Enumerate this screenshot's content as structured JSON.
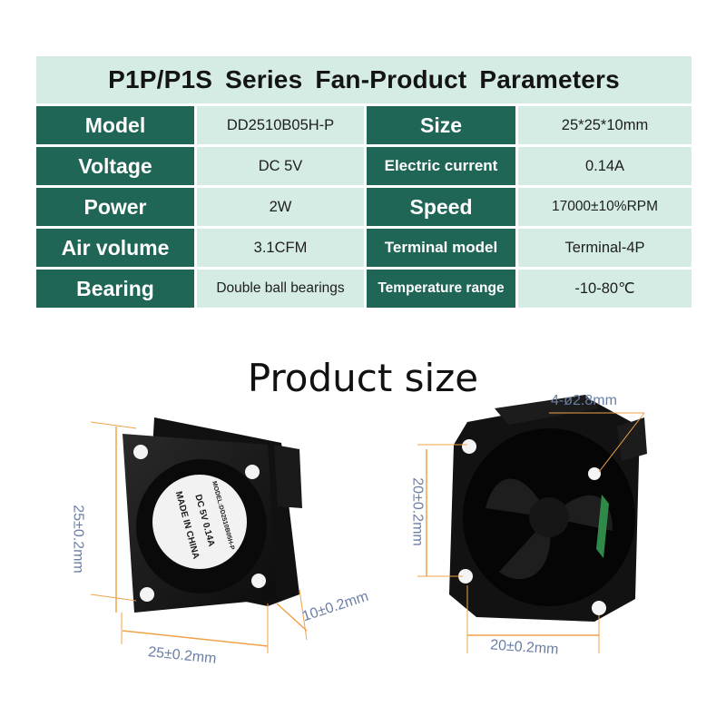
{
  "table": {
    "title": "P1P/P1S  Series Fan-Product Parameters",
    "rows": [
      {
        "label1": "Model",
        "value1": "DD2510B05H-P",
        "label2": "Size",
        "value2": "25*25*10mm"
      },
      {
        "label1": "Voltage",
        "value1": "DC 5V",
        "label2": "Electric current",
        "value2": "0.14A"
      },
      {
        "label1": "Power",
        "value1": "2W",
        "label2": "Speed",
        "value2": "17000±10%RPM"
      },
      {
        "label1": "Air volume",
        "value1": "3.1CFM",
        "label2": "Terminal model",
        "value2": "Terminal-4P"
      },
      {
        "label1": "Bearing",
        "value1": "Double ball bearings",
        "label2": "Temperature range",
        "value2": "-10-80℃"
      }
    ]
  },
  "section_heading": "Product size",
  "fan_front": {
    "sticker_lines": [
      "MODEL:DD2510B05H-P",
      "DC 5V   0.14A",
      "MADE IN CHINA"
    ],
    "dim_height": "25±0.2mm",
    "dim_width": "25±0.2mm",
    "dim_depth": "10±0.2mm"
  },
  "fan_back": {
    "dim_holes": "4-ø2.8mm",
    "dim_hole_height": "20±0.2mm",
    "dim_hole_width": "20±0.2mm"
  },
  "colors": {
    "header_bg": "#d4ece4",
    "label_bg": "#1f6657",
    "value_bg": "#d4ece4",
    "dimension_line": "#f0a24a",
    "dimension_text": "#6b7fa5"
  }
}
